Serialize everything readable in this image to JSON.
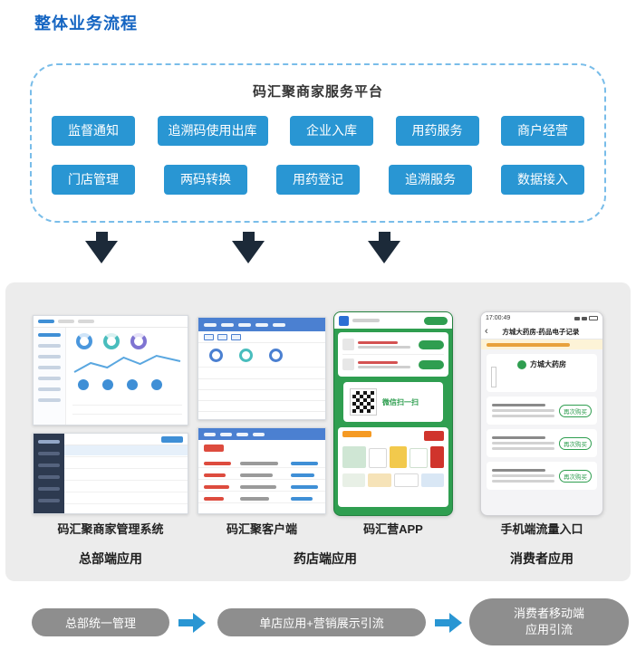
{
  "page": {
    "title": "整体业务流程"
  },
  "colors": {
    "title_blue": "#1565c2",
    "button_blue": "#2996d3",
    "dashed_border": "#79bde9",
    "arrow_dark": "#1c2a39",
    "panel_gray": "#ececec",
    "pill_gray": "#8e8e8e",
    "app_green": "#2f9e50"
  },
  "platform": {
    "title": "码汇聚商家服务平台",
    "row1": [
      "监督通知",
      "追溯码使用出库",
      "企业入库",
      "用药服务",
      "商户经营"
    ],
    "row2": [
      "门店管理",
      "两码转换",
      "用药登记",
      "追溯服务",
      "数据接入"
    ]
  },
  "sections": {
    "left": {
      "caption": "码汇聚商家管理系统",
      "group": "总部端应用"
    },
    "middle": {
      "caption_client": "码汇聚客户端",
      "caption_app": "码汇营APP",
      "group": "药店端应用"
    },
    "right": {
      "caption": "手机端流量入口",
      "group": "消费者应用"
    }
  },
  "thumbnails": {
    "green_app": {
      "qr_caption": "微信扫一扫"
    },
    "consumer_phone": {
      "status_time": "17:00:49",
      "title": "方城大药房-药品电子记录",
      "store_name": "方城大药房",
      "buy_again": "再次购买"
    }
  },
  "flow": {
    "step1": "总部统一管理",
    "step2": "单店应用+营销展示引流",
    "step3_line1": "消费者移动端",
    "step3_line2": "应用引流"
  }
}
